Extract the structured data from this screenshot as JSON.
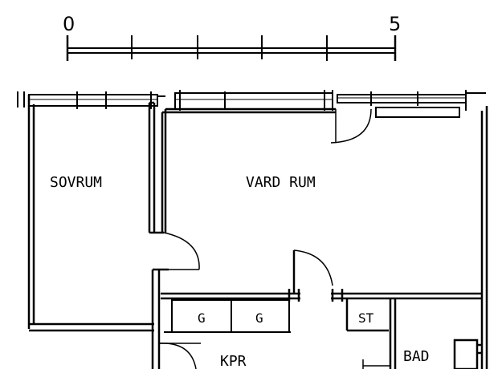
{
  "scale_bar": {
    "start_label": "0",
    "end_label": "5"
  },
  "rooms": {
    "sovrum": "SOVRUM",
    "vardrum": "VARD RUM",
    "kpr": "KPR",
    "bad": "BAD",
    "st": "ST",
    "g1": "G",
    "g2": "G"
  }
}
